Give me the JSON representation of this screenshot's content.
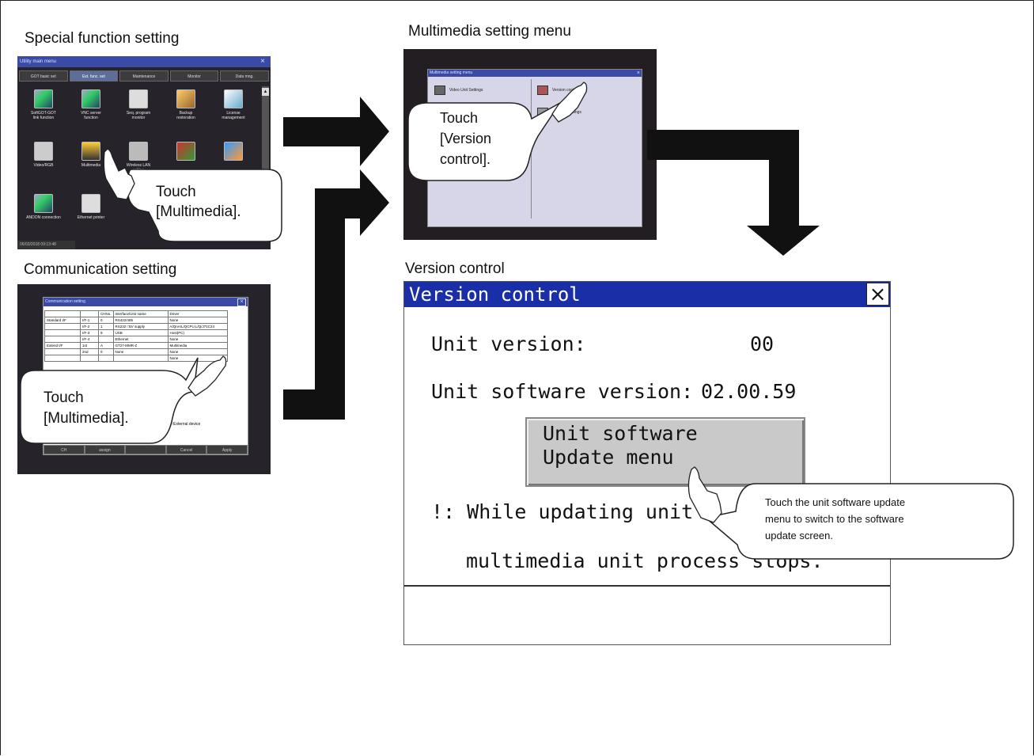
{
  "labels": {
    "special_function": "Special function setting",
    "communication": "Communication setting",
    "multimedia_menu": "Multimedia setting menu",
    "version_control": "Version control"
  },
  "utility_menu": {
    "title": "Utility main menu",
    "close": "×",
    "tabs": [
      "GOT basic set",
      "Ext. func. set",
      "Maintenance",
      "Monitor",
      "Data mng."
    ],
    "active_tab": "Ext. func. set",
    "scroll_up": "▲",
    "items": [
      [
        "SoftGOT-GOT",
        "link function"
      ],
      [
        "VNC server",
        "function"
      ],
      [
        "Seq. program",
        "monitor"
      ],
      [
        "Backup",
        "restoration"
      ],
      [
        "License",
        "management"
      ],
      [
        "Video/RGB",
        ""
      ],
      [
        "Multimedia",
        ""
      ],
      [
        "Wireless LAN",
        "setting"
      ],
      [
        "",
        ""
      ],
      [
        "",
        ""
      ],
      [
        "ANDON connection",
        ""
      ],
      [
        "Ethernet printer",
        ""
      ],
      [
        "",
        ""
      ]
    ],
    "status": "06/03/2018 09:13:48"
  },
  "comm_setting": {
    "title": "Communication setting",
    "close": "×",
    "header": [
      "",
      "",
      "CHNo.",
      "Interface/Unit name",
      "Driver"
    ],
    "rows": [
      [
        "Standard I/F",
        "I/F-1",
        "0",
        "RS422/485",
        "None"
      ],
      [
        "",
        "I/F-2",
        "1",
        "RS232   □5V supply",
        "A/QnA/L/QCPU,L/Q/J71C24"
      ],
      [
        "",
        "I/F-3",
        "9",
        "USB",
        "Host(PC)"
      ],
      [
        "",
        "I/F-4",
        "",
        "Ethernet",
        "None"
      ],
      [
        "Extend I/F",
        "1st",
        "A",
        "GT27-MMR-Z",
        "Multimedia"
      ],
      [
        "",
        "2nd",
        "0",
        "None",
        "None"
      ],
      [
        "",
        "",
        "",
        "",
        "None"
      ]
    ],
    "note": "≠:External device",
    "buttons": [
      "CH",
      "assign",
      "",
      "Cancel",
      "Apply"
    ]
  },
  "multimedia_menu": {
    "title": "Multimedia setting menu",
    "close": "×",
    "items": [
      "Video Unit Settings",
      "Version control",
      "Network settings"
    ]
  },
  "version_control": {
    "title": "Version control",
    "close": "×",
    "unit_version_label": "Unit version:",
    "unit_version_value": "00",
    "software_version_label": "Unit software version:",
    "software_version_value": "02.00.59",
    "update_button_line1": "Unit software",
    "update_button_line2": "Update menu",
    "warning_line1": "!:  While updating unit",
    "warning_line2": "multimedia unit process stops."
  },
  "callouts": {
    "s1": [
      "Touch",
      "[Multimedia]."
    ],
    "s2": [
      "Touch",
      "[Multimedia]."
    ],
    "s3": [
      "Touch",
      "[Version",
      "control]."
    ],
    "s4": [
      "Touch the unit software update",
      "menu to switch to the software",
      "update screen."
    ]
  }
}
